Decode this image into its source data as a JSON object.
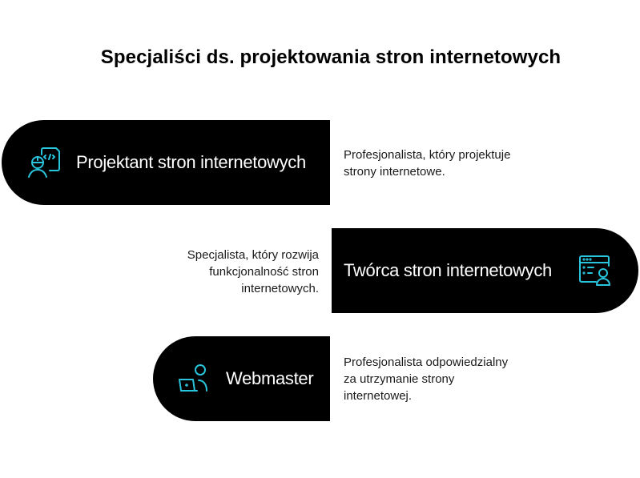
{
  "title": "Specjaliści ds. projektowania stron internetowych",
  "colors": {
    "pill_background": "#000000",
    "icon_accent": "#29C5DD",
    "pill_text": "#FFFFFF",
    "description_text": "#1A1A1A"
  },
  "roles": [
    {
      "label": "Projektant stron internetowych",
      "icon": "web-designer-icon",
      "description_lines": [
        "Profesjonalista, który projektuje",
        "strony internetowe."
      ]
    },
    {
      "label": "Twórca stron internetowych",
      "icon": "web-developer-icon",
      "description_lines": [
        "Specjalista, który rozwija",
        "funkcjonalność stron",
        "internetowych."
      ]
    },
    {
      "label": "Webmaster",
      "icon": "webmaster-icon",
      "description_lines": [
        "Profesjonalista odpowiedzialny",
        "za utrzymanie strony",
        "internetowej."
      ]
    }
  ]
}
